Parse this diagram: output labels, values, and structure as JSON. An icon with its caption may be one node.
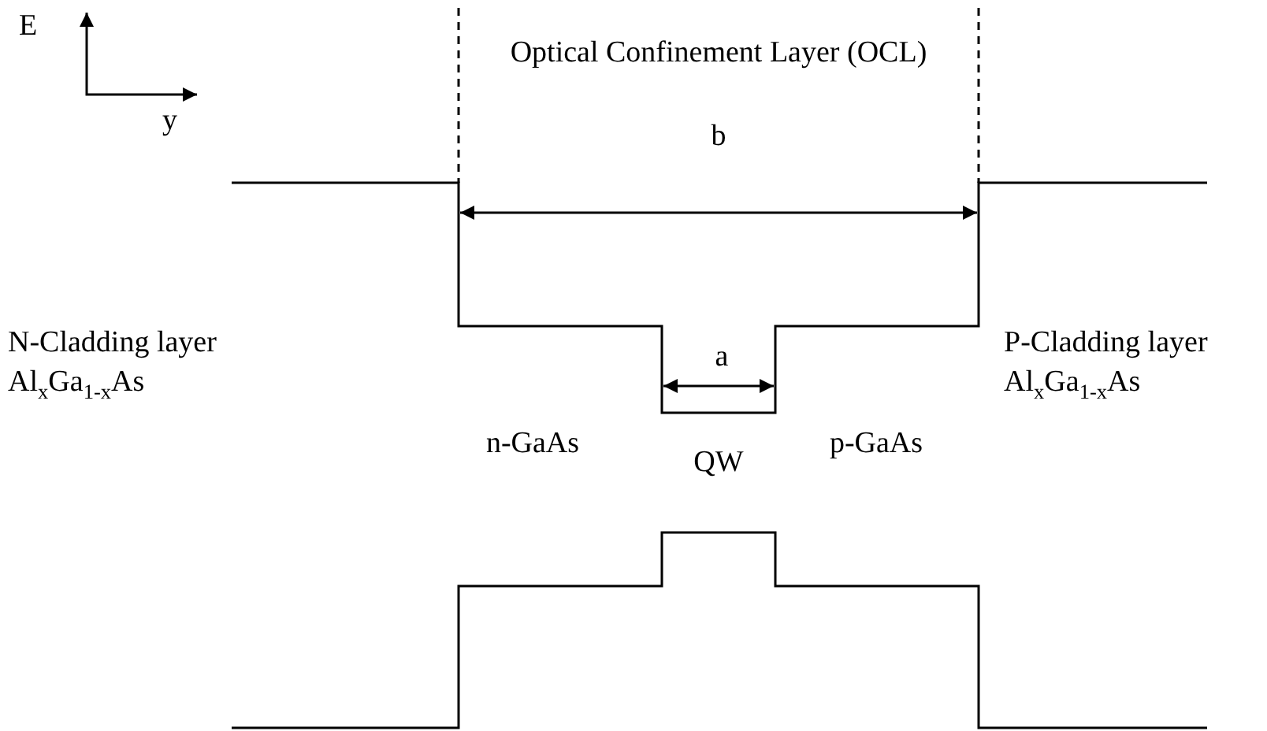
{
  "diagram": {
    "labels": [
      "E",
      "Optical Confinement Layer (OCL)",
      "y",
      "b",
      "N-Cladding layer",
      "Al$_{x}$Ga$_{1-x}$As",
      "a",
      "P-Cladding layer",
      "Al$_{x}$Ga$_{1-x}$As",
      "n-GaAs",
      "QW",
      "p-GaAs"
    ]
  }
}
